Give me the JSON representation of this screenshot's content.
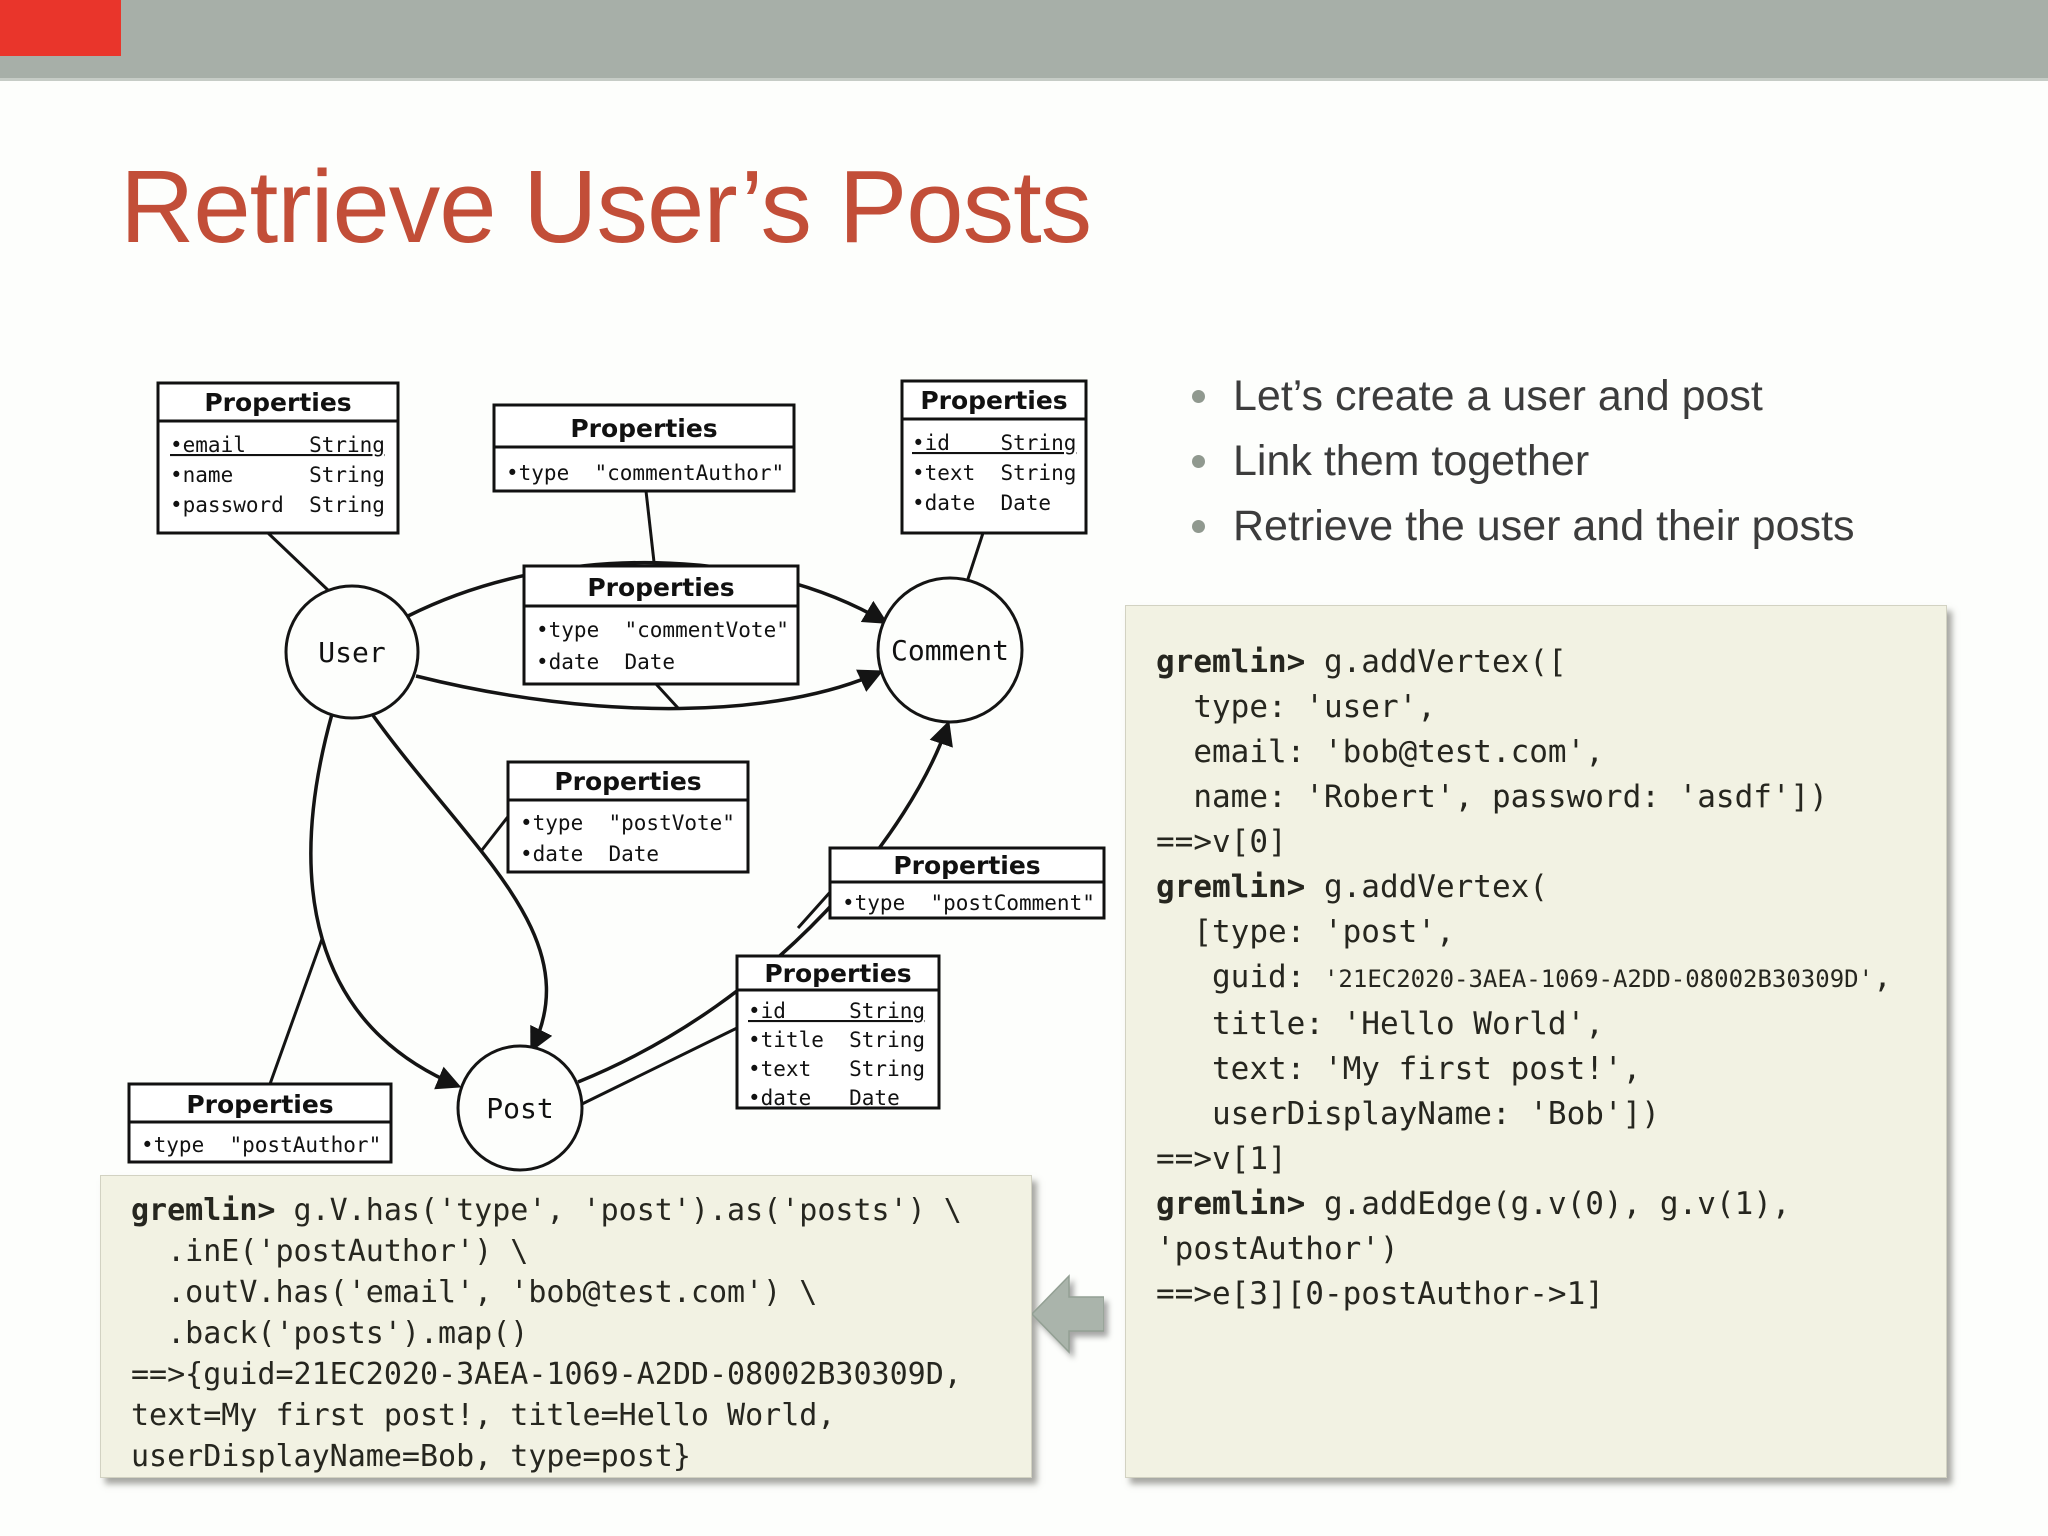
{
  "slide": {
    "title": "Retrieve User’s Posts",
    "bullets": [
      "Let’s create a user and post",
      "Link them together",
      "Retrieve the user and their posts"
    ]
  },
  "colors": {
    "accent_red": "#c24e38",
    "top_bar": "#a7afa8",
    "code_background": "#f2f2e3",
    "arrow": "#aab4ab",
    "red_marker": "#e9352b"
  },
  "icons": {
    "nav_arrow": "left-block-arrow"
  },
  "diagram": {
    "nodes": [
      {
        "id": "user",
        "label": "User"
      },
      {
        "id": "comment",
        "label": "Comment"
      },
      {
        "id": "post",
        "label": "Post"
      }
    ],
    "boxes": [
      {
        "id": "user-props",
        "title": "Properties",
        "rows": [
          "•email     String",
          "•name      String",
          "•password  String"
        ]
      },
      {
        "id": "comment-author",
        "title": "Properties",
        "rows": [
          "•type  \"commentAuthor\""
        ]
      },
      {
        "id": "comment-props",
        "title": "Properties",
        "rows": [
          "•id    String",
          "•text  String",
          "•date  Date"
        ]
      },
      {
        "id": "comment-vote",
        "title": "Properties",
        "rows": [
          "•type  \"commentVote\"",
          "•date  Date"
        ]
      },
      {
        "id": "post-vote",
        "title": "Properties",
        "rows": [
          "•type  \"postVote\"",
          "•date  Date"
        ]
      },
      {
        "id": "post-comment",
        "title": "Properties",
        "rows": [
          "•type  \"postComment\""
        ]
      },
      {
        "id": "post-props",
        "title": "Properties",
        "rows": [
          "•id     String",
          "•title  String",
          "•text   String",
          "•date   Date"
        ]
      },
      {
        "id": "post-author",
        "title": "Properties",
        "rows": [
          "•type  \"postAuthor\""
        ]
      }
    ]
  },
  "code_left": {
    "lines": [
      {
        "b": "gremlin>",
        "t": " g.V.has('type', 'post').as('posts') \\"
      },
      {
        "t": "  .inE('postAuthor') \\"
      },
      {
        "t": "  .outV.has('email', 'bob@test.com') \\"
      },
      {
        "t": "  .back('posts').map()"
      },
      {
        "t": "==>{guid=21EC2020-3AEA-1069-A2DD-08002B30309D,"
      },
      {
        "t": "text=My first post!, title=Hello World,"
      },
      {
        "t": "userDisplayName=Bob, type=post}"
      }
    ]
  },
  "code_right": {
    "lines": [
      {
        "b": "gremlin>",
        "t": " g.addVertex(["
      },
      {
        "t": "  type: 'user',"
      },
      {
        "t": "  email: 'bob@test.com',"
      },
      {
        "t": "  name: 'Robert', password: 'asdf'])"
      },
      {
        "t": "==>v[0]"
      },
      {
        "b": "gremlin>",
        "t": " g.addVertex("
      },
      {
        "t": "  [type: 'post',"
      },
      {
        "t": "   guid: ",
        "small": "'21EC2020-3AEA-1069-A2DD-08002B30309D'",
        "t2": ","
      },
      {
        "t": "   title: 'Hello World',"
      },
      {
        "t": "   text: 'My first post!',"
      },
      {
        "t": "   userDisplayName: 'Bob'])"
      },
      {
        "t": "==>v[1]"
      },
      {
        "b": "gremlin>",
        "t": " g.addEdge(g.v(0), g.v(1),"
      },
      {
        "t": "'postAuthor')"
      },
      {
        "t": "==>e[3][0-postAuthor->1]"
      }
    ]
  }
}
